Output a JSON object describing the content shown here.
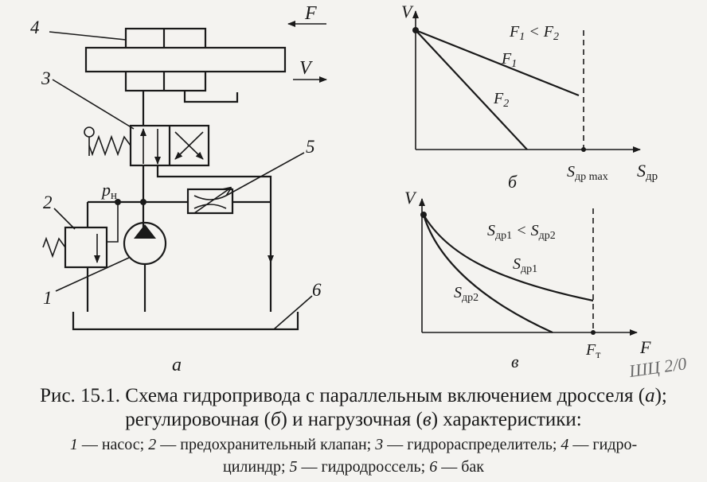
{
  "schema": {
    "labels": {
      "n1": "1",
      "n2": "2",
      "n3": "3",
      "n4": "4",
      "n5": "5",
      "n6": "6",
      "force": "F",
      "velocity": "V",
      "pressure": "p",
      "pressure_sub": "н",
      "panel": "а"
    }
  },
  "chart_b": {
    "panel": "б",
    "ylabel": "V",
    "xlabel": "S",
    "xlabel_sub": "др",
    "xmax_label": "S",
    "xmax_sub": "др max",
    "condition": "F",
    "condition_a_sub": "1",
    "condition_lt": " < F",
    "condition_b_sub": "2",
    "curve1_main": "F",
    "curve1_sub": "1",
    "curve2_main": "F",
    "curve2_sub": "2"
  },
  "chart_v": {
    "panel": "в",
    "ylabel": "V",
    "xlabel": "F",
    "xmax_label": "F",
    "xmax_sub": "т",
    "condition": "S",
    "condition_a_sub": "др1",
    "condition_lt": " < S",
    "condition_b_sub": "др2",
    "curve1_main": "S",
    "curve1_sub": "др1",
    "curve2_main": "S",
    "curve2_sub": "др2"
  },
  "stamp": "ШЦ 2/0",
  "caption": {
    "line1_a": "Рис. 15.1. Схема гидропривода с параллельным включением дросселя (",
    "line1_b": "а",
    "line1_c": ");",
    "line2_a": "регулировочная (",
    "line2_b": "б",
    "line2_c": ") и нагрузочная (",
    "line2_d": "в",
    "line2_e": ") характеристики:",
    "legend1_n": "1",
    "legend1_t": " — насос; ",
    "legend2_n": "2",
    "legend2_t": " — предохранительный клапан; ",
    "legend3_n": "3",
    "legend3_t": " — гидрораспределитель; ",
    "legend4_n": "4",
    "legend4_t": " — гидро-",
    "legend4_cont": "цилиндр; ",
    "legend5_n": "5",
    "legend5_t": " — гидродроссель; ",
    "legend6_n": "6",
    "legend6_t": " — бак"
  }
}
